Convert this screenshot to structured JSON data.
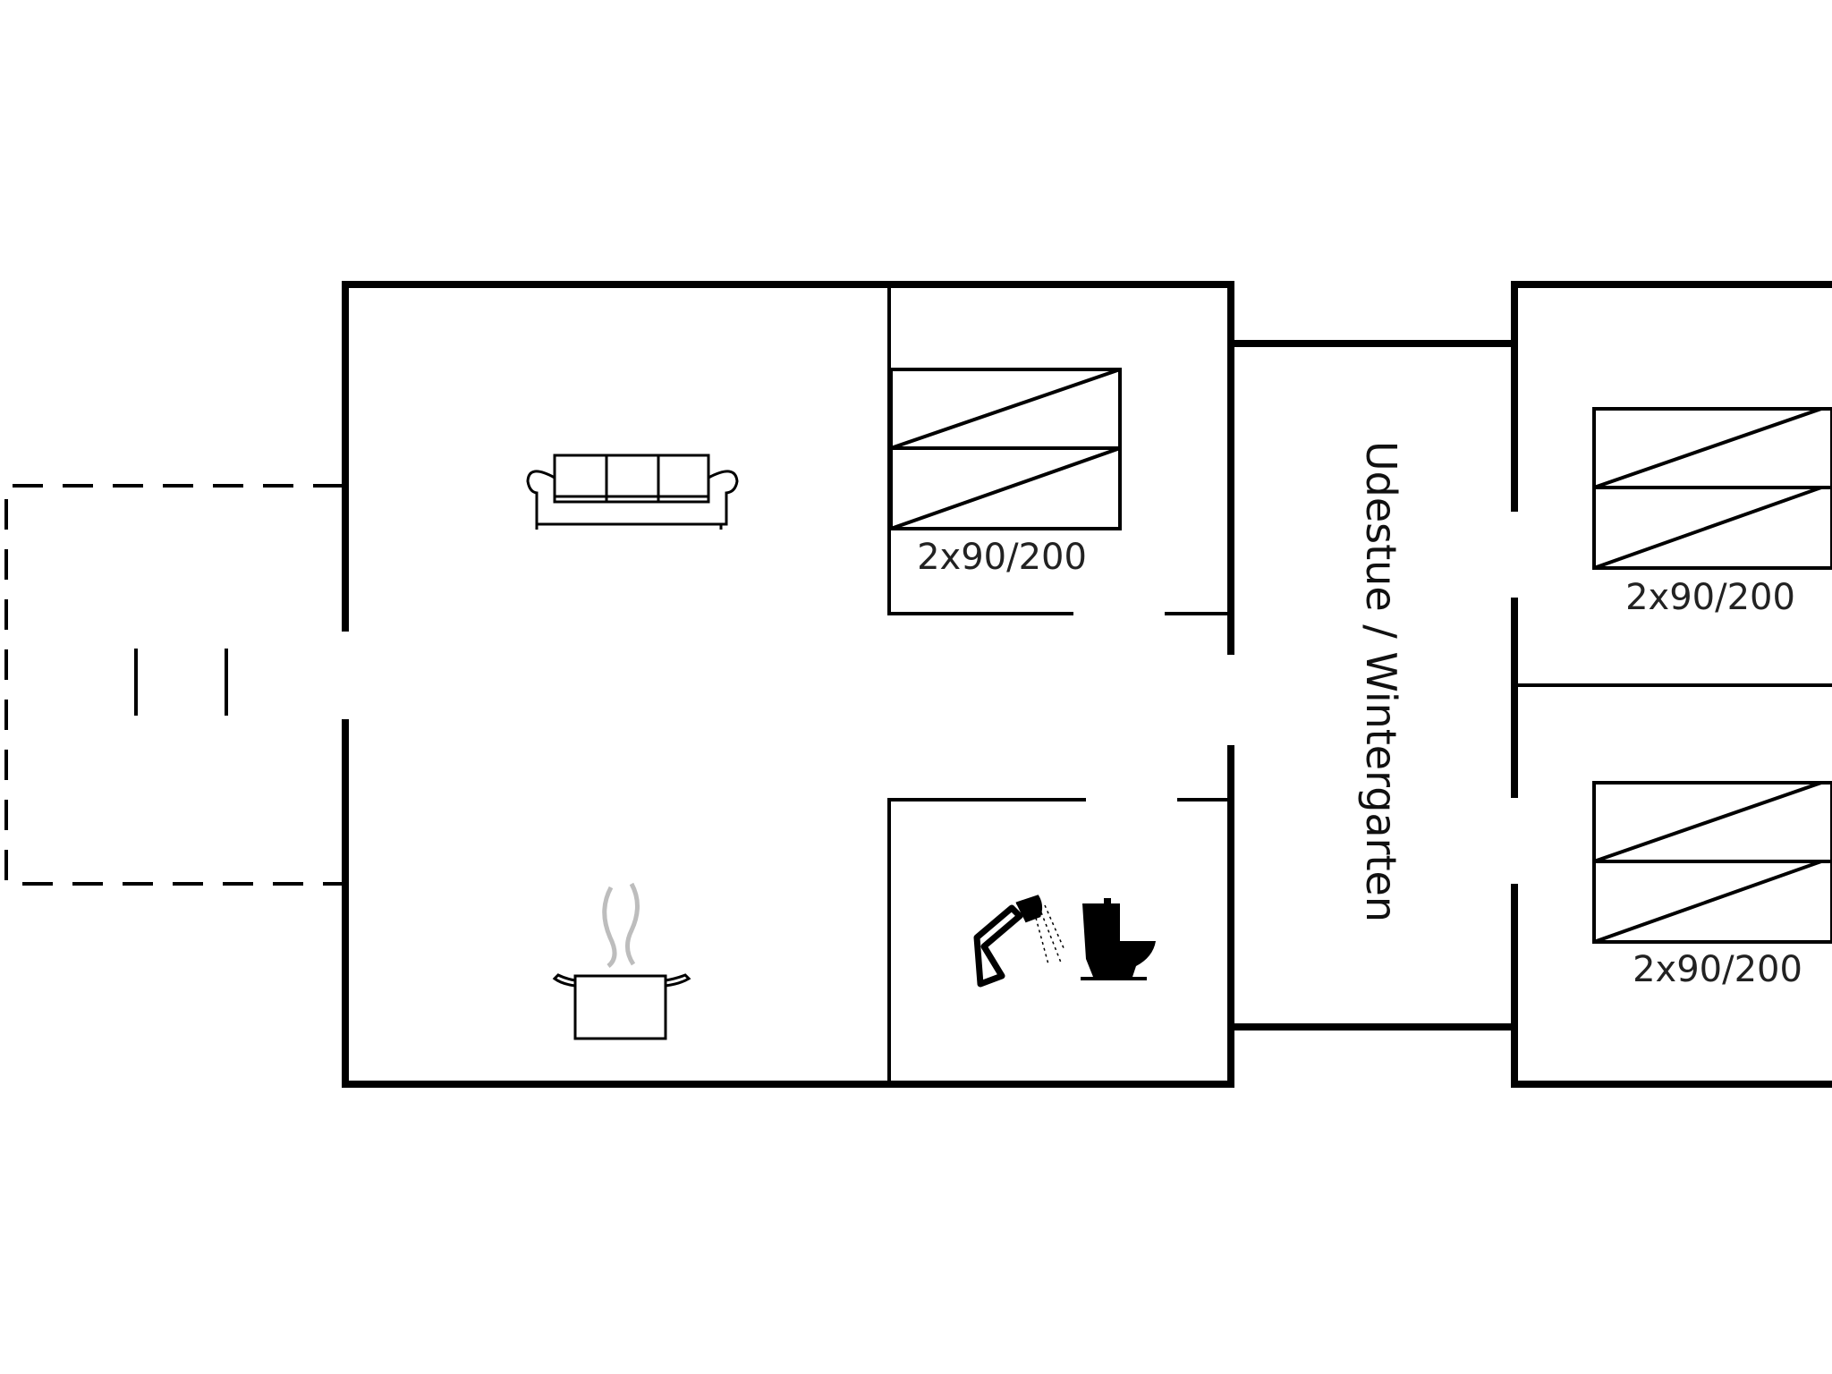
{
  "rooms": {
    "sunroom_label": "Udestue / Wintergarten"
  },
  "beds": [
    {
      "label": "2x90/200"
    },
    {
      "label": "2x90/200"
    },
    {
      "label": "2x90/200"
    }
  ],
  "icons": [
    "sofa-icon",
    "cooking-pot-icon",
    "shower-icon",
    "toilet-icon"
  ],
  "colors": {
    "line": "#000000",
    "background": "#ffffff",
    "steam": "#bdbdbd"
  }
}
